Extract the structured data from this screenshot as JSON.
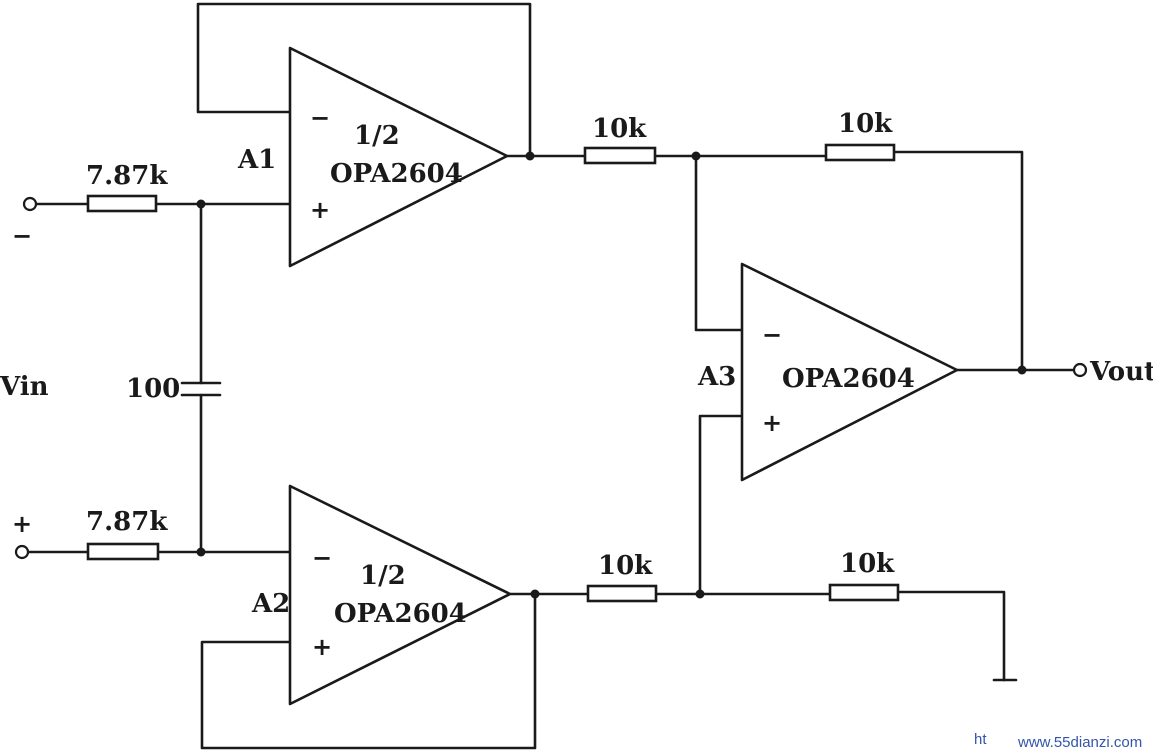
{
  "circuit": {
    "input_label": "Vin",
    "output_label": "Vout",
    "input_minus_sign": "−",
    "input_plus_sign": "+",
    "capacitor_value": "100",
    "input_resistor_top": "7.87k",
    "input_resistor_bottom": "7.87k",
    "a1": {
      "ref": "A1",
      "fraction": "1/2",
      "part": "OPA2604",
      "minus": "−",
      "plus": "+"
    },
    "a2": {
      "ref": "A2",
      "fraction": "1/2",
      "part": "OPA2604",
      "minus": "−",
      "plus": "+"
    },
    "a3": {
      "ref": "A3",
      "part": "OPA2604",
      "minus": "−",
      "plus": "+"
    },
    "r_a1_out": "10k",
    "r_feedback": "10k",
    "r_a2_out": "10k",
    "r_ground": "10k"
  },
  "watermark": {
    "left": "ht",
    "site": "www.55dianzi.com"
  }
}
